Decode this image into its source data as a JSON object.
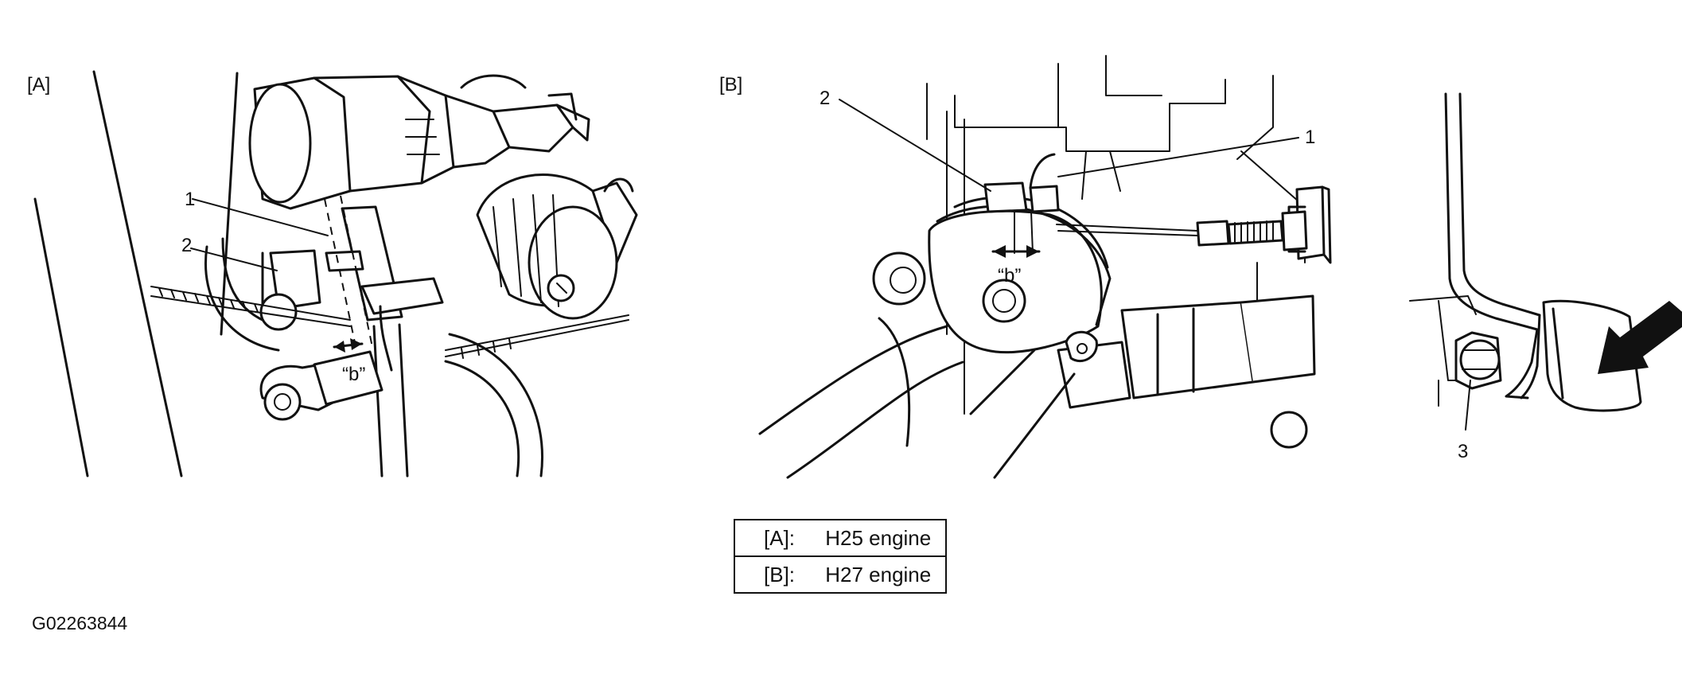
{
  "panel_a": {
    "label": "[A]",
    "callout_1": "1",
    "callout_2": "2",
    "gap_label": "“b”"
  },
  "panel_b": {
    "label": "[B]",
    "callout_1": "1",
    "callout_2": "2",
    "gap_label": "“b”"
  },
  "panel_c": {
    "callout_3": "3"
  },
  "legend": {
    "rows": [
      {
        "key": "[A]:",
        "value": "H25 engine"
      },
      {
        "key": "[B]:",
        "value": "H27 engine"
      }
    ]
  },
  "figure_id": "G02263844"
}
